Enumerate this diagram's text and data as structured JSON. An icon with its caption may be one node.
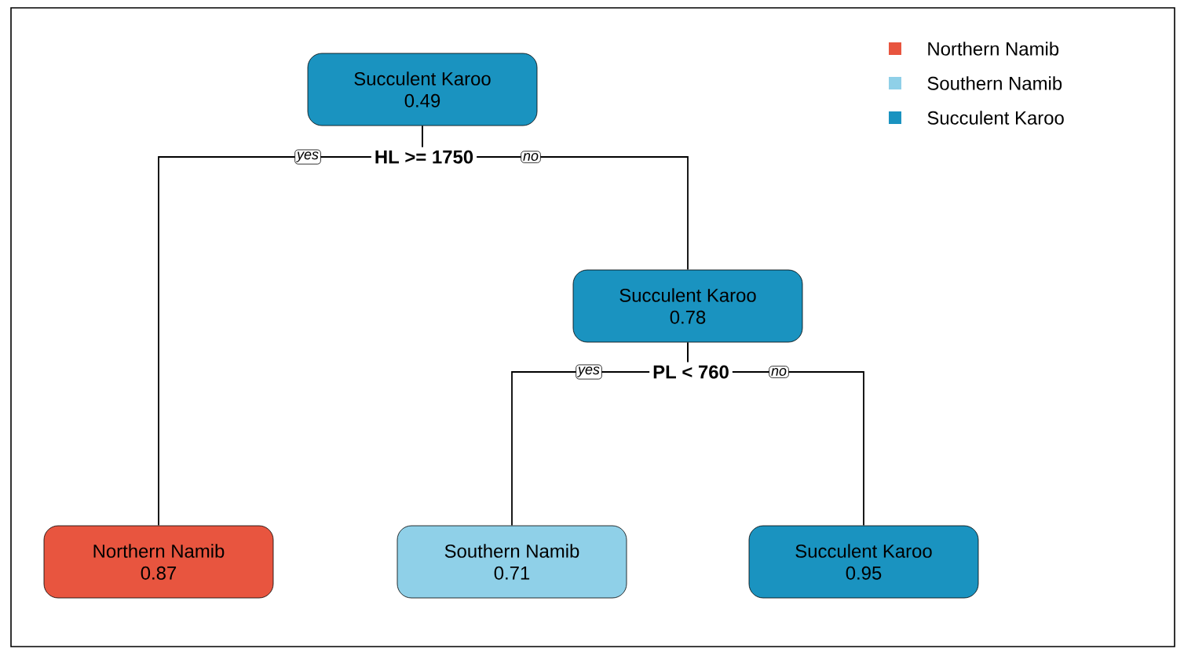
{
  "diagram": {
    "nodes": [
      {
        "text": [
          "Succulent Karoo",
          "0.49"
        ]
      },
      {
        "text": [
          "Succulent Karoo",
          "0.78"
        ]
      },
      {
        "text": [
          "Northern Namib",
          "0.87"
        ]
      },
      {
        "text": [
          "Southern Namib",
          "0.71"
        ]
      },
      {
        "text": [
          "Succulent Karoo",
          "0.95"
        ]
      }
    ],
    "edges": [
      {
        "from": 0,
        "to": 2,
        "arrow": "none",
        "label": "yes"
      },
      {
        "from": 0,
        "to": 1,
        "arrow": "none",
        "label": "no"
      },
      {
        "from": 1,
        "to": 3,
        "arrow": "none",
        "label": "yes"
      },
      {
        "from": 1,
        "to": 4,
        "arrow": "none",
        "label": "no"
      }
    ],
    "labels": [
      "HL >= 1750",
      "PL < 760"
    ],
    "legend": [
      {
        "text": "Northern Namib",
        "color": "#e8553f"
      },
      {
        "text": "Southern Namib",
        "color": "#8fd0e8"
      },
      {
        "text": "Succulent Karoo",
        "color": "#1a93c0"
      }
    ]
  }
}
